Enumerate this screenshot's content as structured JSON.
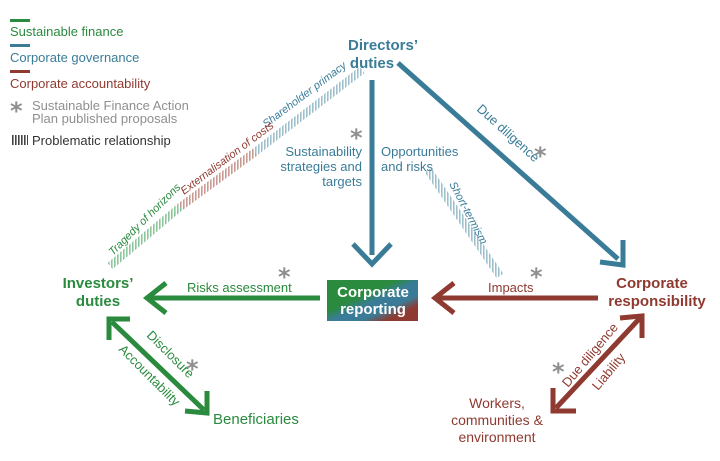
{
  "legend": {
    "sustainable_finance": "Sustainable finance",
    "corporate_governance": "Corporate governance",
    "corporate_accountability": "Corporate accountability",
    "proposals_line1": "Sustainable Finance Action",
    "proposals_line2": "Plan published proposals",
    "problematic": "Problematic relationship"
  },
  "nodes": {
    "directors_line1": "Directors’",
    "directors_line2": "duties",
    "investors_line1": "Investors’",
    "investors_line2": "duties",
    "corporate_reporting_line1": "Corporate",
    "corporate_reporting_line2": "reporting",
    "corporate_responsibility_line1": "Corporate",
    "corporate_responsibility_line2": "responsibility",
    "beneficiaries": "Beneficiaries",
    "workers_line1": "Workers,",
    "workers_line2": "communities &",
    "workers_line3": "environment"
  },
  "labels": {
    "sustainability_line1": "Sustainability",
    "sustainability_line2": "strategies and",
    "sustainability_line3": "targets",
    "opportunities_line1": "Opportunities",
    "opportunities_line2": "and risks",
    "due_diligence_top": "Due diligence",
    "risks_assessment": "Risks assessment",
    "impacts": "Impacts",
    "disclosure": "Disclosure",
    "accountability": "Accountability",
    "due_diligence_bottom": "Due diligence",
    "liability": "Liability",
    "shareholder_primacy": "Shareholder primacy",
    "externalisation_of_costs": "Externalisation of costs",
    "tragedy_of_horizons": "Tragedy of horizons",
    "short_termism": "Short-termism"
  },
  "colors": {
    "green": "#2a8a3e",
    "blue": "#3a7c98",
    "red": "#8f3a30",
    "grey": "#8f8f8f",
    "hatch_blue": "#9ec0cd",
    "hatch_green": "#8cc69b",
    "hatch_red": "#c99a92"
  },
  "icons": {
    "star": "asterisk-icon"
  }
}
